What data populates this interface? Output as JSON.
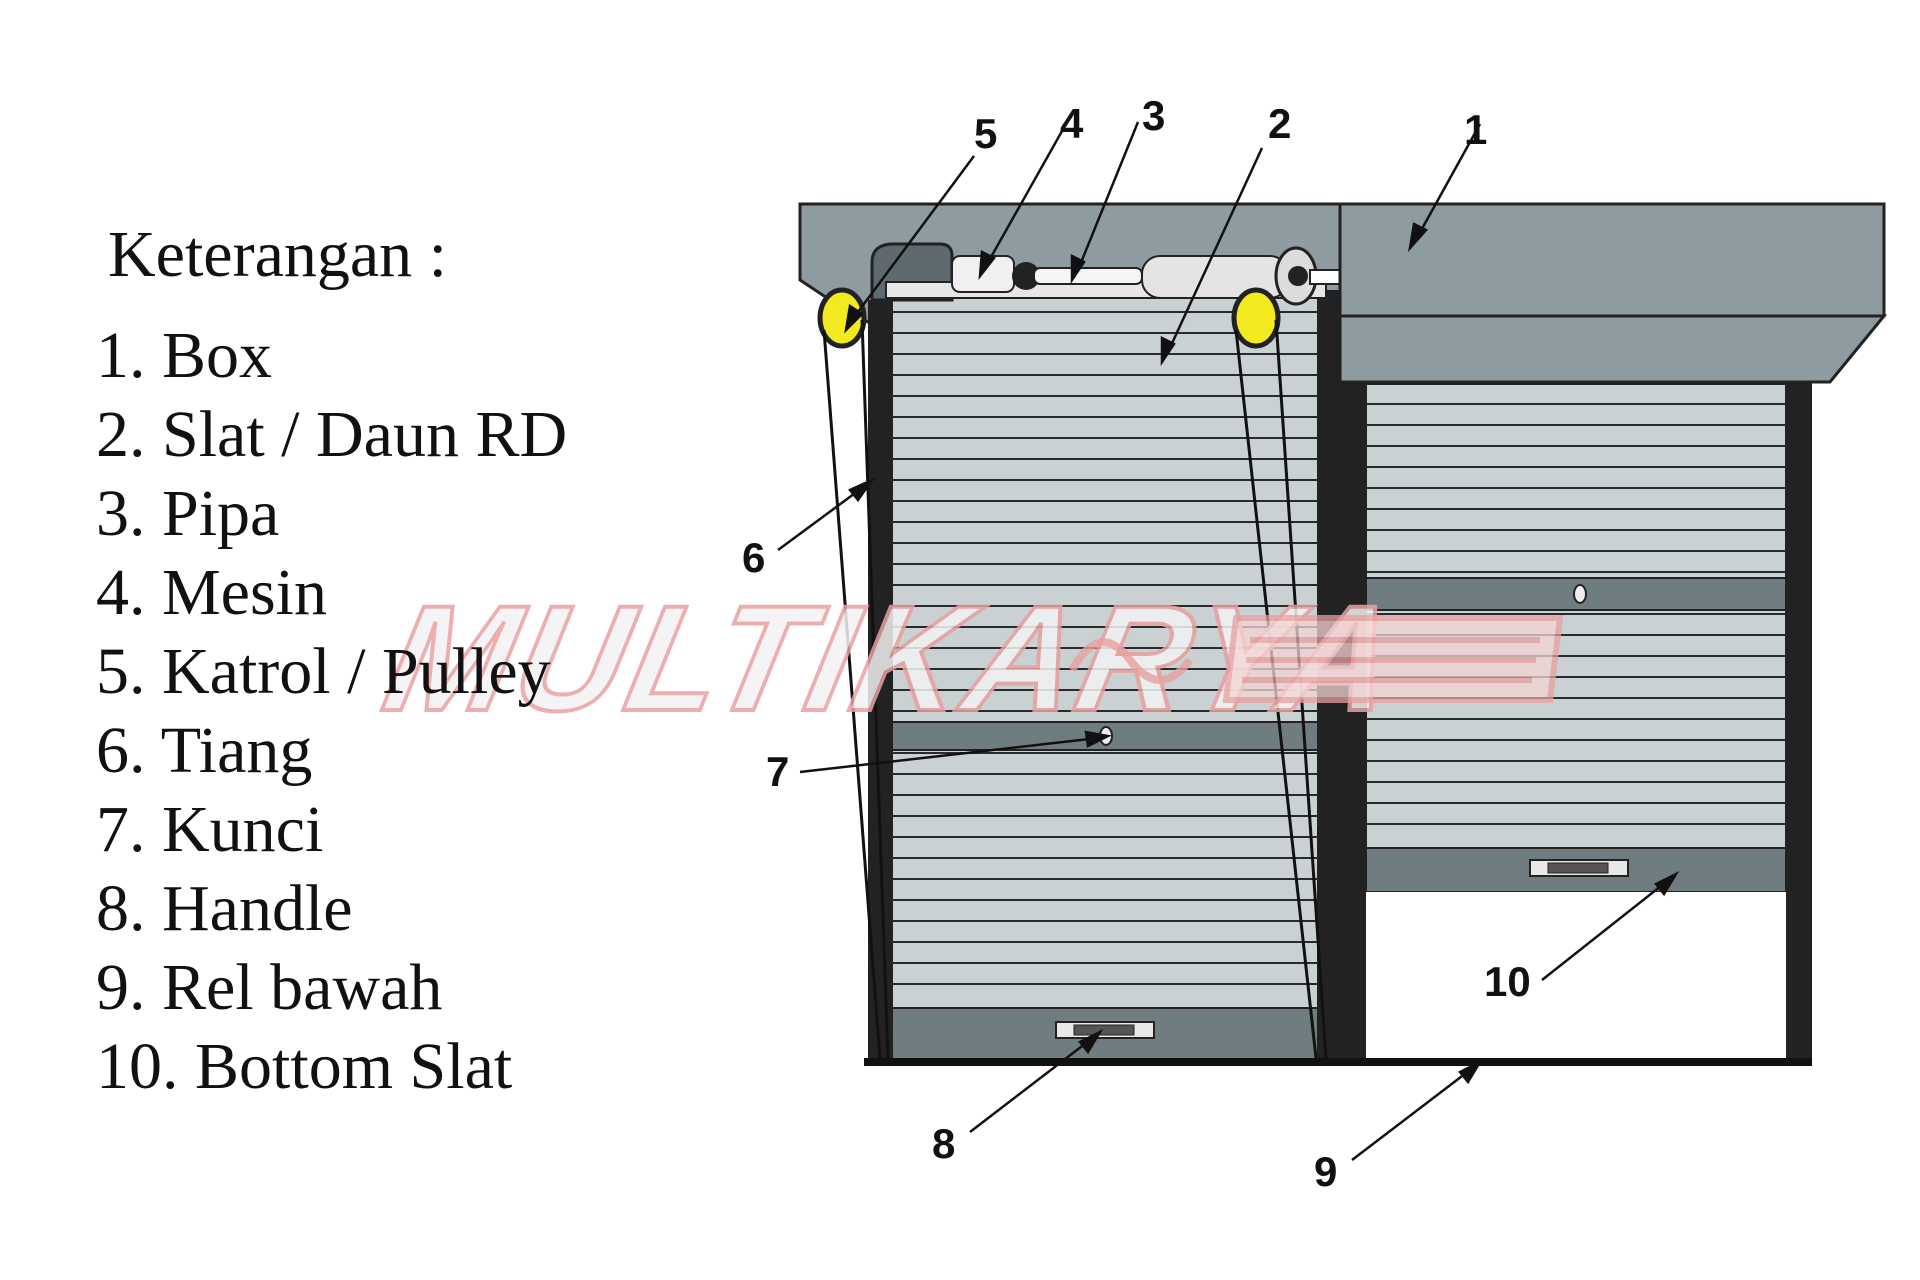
{
  "legend": {
    "title": "Keterangan :",
    "items": [
      "1. Box",
      "2. Slat / Daun RD",
      "3. Pipa",
      "4. Mesin",
      "5. Katrol / Pulley",
      "6. Tiang",
      "7. Kunci",
      "8. Handle",
      "9. Rel bawah",
      "10. Bottom Slat"
    ]
  },
  "callouts": [
    "1",
    "2",
    "3",
    "4",
    "5",
    "6",
    "7",
    "8",
    "9",
    "10"
  ],
  "watermark": {
    "text": "MULTIKARYA"
  },
  "colors": {
    "box_gray": "#8e9ba0",
    "slat_light": "#c9d1d3",
    "slat_line": "#2a2a2a",
    "frame_dark": "#222222",
    "band_gray": "#6f7c80",
    "pulley_yellow": "#f2ea1e",
    "watermark_red": "#e9a0a0"
  }
}
